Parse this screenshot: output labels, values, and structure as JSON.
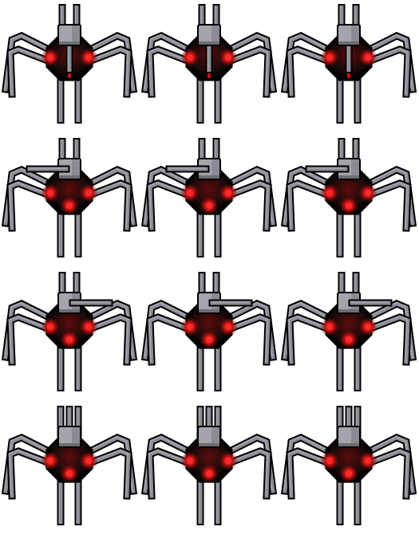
{
  "sheet": {
    "name": "spider-robot-sprite-sheet",
    "rows": 4,
    "cols": 3,
    "colors": {
      "background": "#ffffff",
      "outline": "#000000",
      "metal_light": "#a4a4ac",
      "metal_mid": "#8b8b93",
      "metal_dark": "#6d6d75",
      "body": "#1a0a0a",
      "body_red": "#5c0c0c",
      "eye_glow": "#c41212",
      "eye_core": "#ff2a2a"
    }
  },
  "frames": [
    {
      "row": 0,
      "col": 0,
      "eyes": 2,
      "arm": "none",
      "antennas": 2
    },
    {
      "row": 0,
      "col": 1,
      "eyes": 2,
      "arm": "none",
      "antennas": 2
    },
    {
      "row": 0,
      "col": 2,
      "eyes": 2,
      "arm": "none",
      "antennas": 2
    },
    {
      "row": 1,
      "col": 0,
      "eyes": 3,
      "arm": "left",
      "antennas": 2
    },
    {
      "row": 1,
      "col": 1,
      "eyes": 3,
      "arm": "left",
      "antennas": 2
    },
    {
      "row": 1,
      "col": 2,
      "eyes": 3,
      "arm": "left",
      "antennas": 2
    },
    {
      "row": 2,
      "col": 0,
      "eyes": 3,
      "arm": "right",
      "antennas": 2
    },
    {
      "row": 2,
      "col": 1,
      "eyes": 3,
      "arm": "right",
      "antennas": 2
    },
    {
      "row": 2,
      "col": 2,
      "eyes": 3,
      "arm": "right",
      "antennas": 2
    },
    {
      "row": 3,
      "col": 0,
      "eyes": 3,
      "arm": "none",
      "antennas": 3
    },
    {
      "row": 3,
      "col": 1,
      "eyes": 3,
      "arm": "none",
      "antennas": 3
    },
    {
      "row": 3,
      "col": 2,
      "eyes": 3,
      "arm": "none",
      "antennas": 3
    }
  ]
}
